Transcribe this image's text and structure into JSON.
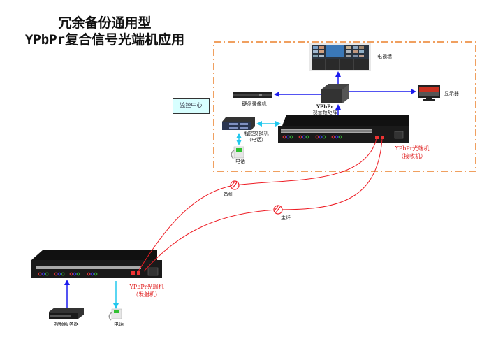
{
  "title": {
    "line1": "冗余备份通用型",
    "line2": "YPbPr复合信号光端机应用"
  },
  "zone": {
    "label": "监控中心",
    "border_color": "#f0a060"
  },
  "devices": {
    "tv_wall": "电视墙",
    "matrix_line1": "YPbPr",
    "matrix_line2": "视音频矩阵",
    "dvr": "硬盘录像机",
    "display": "显示器",
    "pbx_line1": "程控交换机",
    "pbx_line2": "（电话）",
    "phone_top": "电话",
    "receiver_line1": "YPbPr光端机",
    "receiver_line2": "（接收机）",
    "transmitter_line1": "YPbPr光端机",
    "transmitter_line2": "（发射机）",
    "video_server": "视频服务器",
    "phone_bottom": "电话"
  },
  "fibers": {
    "backup": "备纤",
    "main": "主纤"
  },
  "colors": {
    "video_arrow": "#1a1aee",
    "audio_arrow": "#22c8ee",
    "fiber": "#ee1c24",
    "device_body": "#1a1a1a"
  }
}
